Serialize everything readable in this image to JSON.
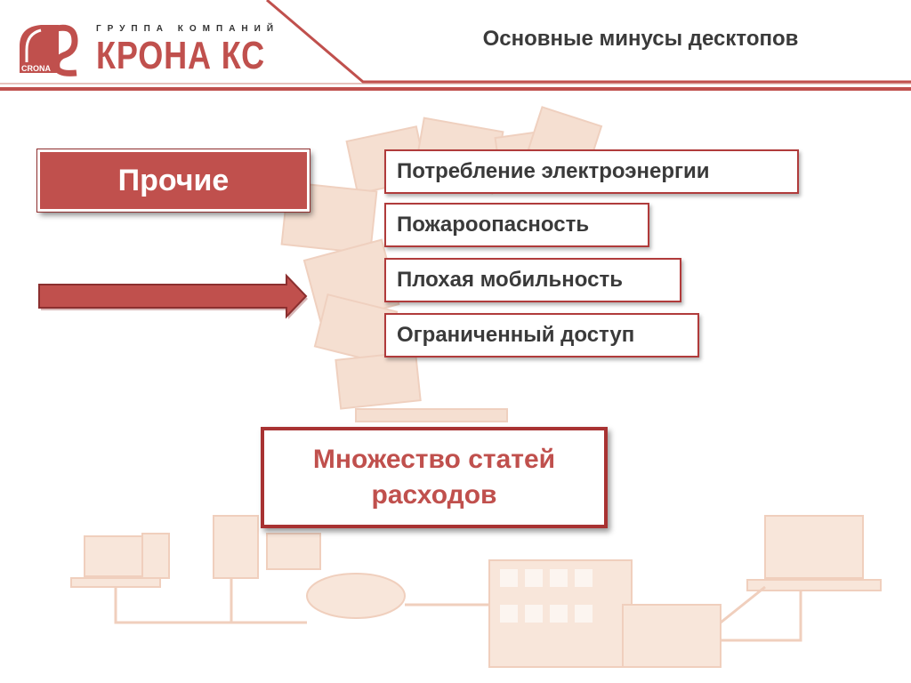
{
  "header": {
    "title": "Основные минусы десктопов",
    "brand_group": "ГРУППА КОМПАНИЙ",
    "brand_name": "КРОНА КС",
    "logo_text": "CRONA"
  },
  "colors": {
    "accent": "#c0504d",
    "border": "#b03b3b",
    "watermark": "#f2d4c4"
  },
  "tag": {
    "label": "Прочие"
  },
  "items": [
    "Потребление электроэнергии",
    "Пожароопасность",
    "Плохая мобильность",
    "Ограниченный доступ"
  ],
  "summary": {
    "line1": "Множество статей",
    "line2": "расходов"
  }
}
